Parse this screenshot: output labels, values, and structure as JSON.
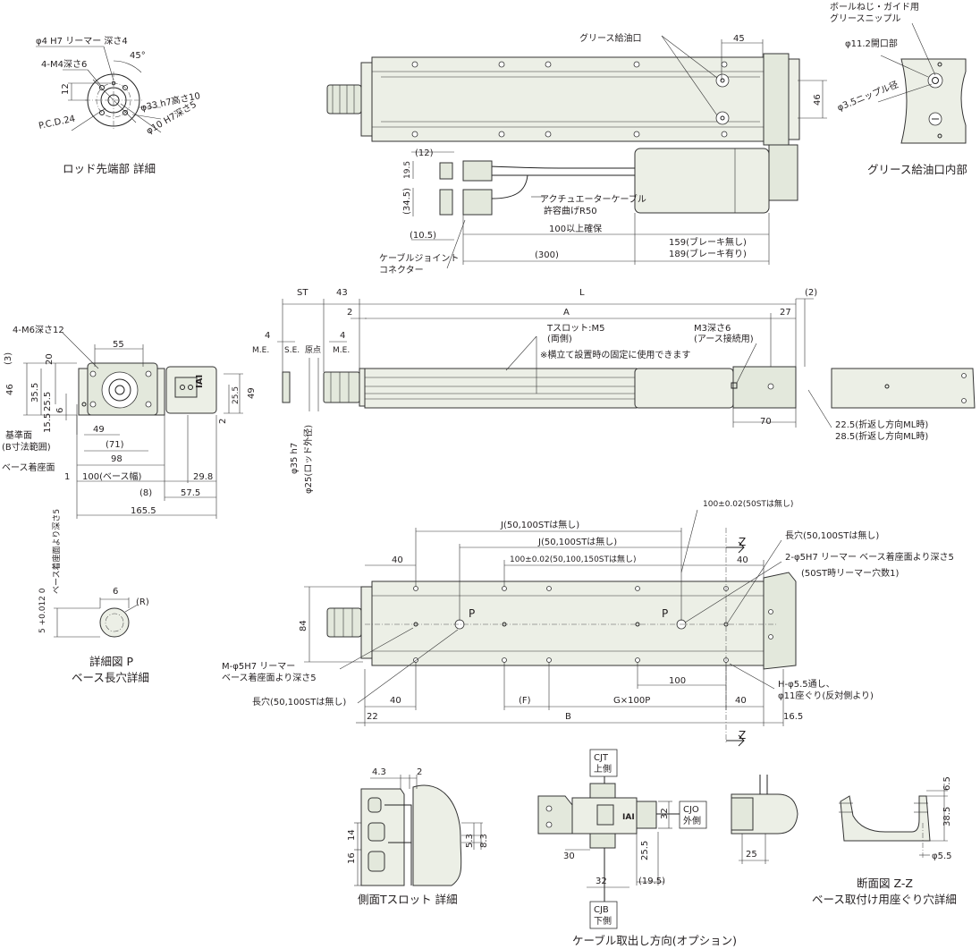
{
  "colors": {
    "line": "#231f20",
    "body": "#ecefe6",
    "body_dark": "#d6dccd"
  },
  "rod_detail": {
    "title": "ロッド先端部 詳細",
    "labels": [
      "φ4 H7 リーマー 深さ4",
      "4-M4深さ6",
      "45°",
      "12",
      "P.C.D.24",
      "φ33 h7高さ10",
      "φ10 H7深さ5"
    ]
  },
  "top_view": {
    "labels": [
      "グリース給油口",
      "45",
      "46",
      "(12)",
      "19.5",
      "(34.5)",
      "(10.5)",
      "アクチュエーターケーブル",
      "許容曲げR50",
      "100以上確保",
      "159(ブレーキ無し)",
      "189(ブレーキ有り)",
      "(300)",
      "ケーブルジョイント",
      "コネクター"
    ]
  },
  "grease_detail": {
    "title": "グリース給油口内部",
    "labels": [
      "ボールねじ・ガイド用",
      "グリースニップル",
      "φ11.2開口部",
      "φ3.5ニップル径"
    ]
  },
  "end_view": {
    "labels": [
      "4-M6深さ12",
      "55",
      "(3)",
      "20",
      "46",
      "35.5",
      "25.5",
      "6",
      "15.5",
      "49",
      "(71)",
      "98",
      "基準面",
      "(B寸法範囲)",
      "ベース着座面",
      "1",
      "100(ベース幅)",
      "29.8",
      "(8)",
      "57.5",
      "165.5",
      "25.5",
      "49",
      "2",
      "IAI"
    ]
  },
  "side_view": {
    "labels": [
      "ST",
      "43",
      "L",
      "(2)",
      "2",
      "A",
      "27",
      "4",
      "4",
      "M.E.",
      "S.E.",
      "原点",
      "M.E.",
      "Tスロット:M5",
      "(両側)",
      "※横立て設置時の固定に使用できます",
      "M3深さ6",
      "(アース接続用)",
      "70",
      "22.5(折返し方向ML時)",
      "28.5(折返し方向ML時)",
      "φ35 h7",
      "φ25(ロッド外径)"
    ]
  },
  "bottom_view": {
    "labels": [
      "100±0.02(50STは無し)",
      "J(50,100STは無し)",
      "J(50,100STは無し)",
      "Z",
      "長穴(50,100STは無し)",
      "40",
      "100±0.02(50,100,150STは無し)",
      "40",
      "2-φ5H7 リーマー ベース着座面より深さ5",
      "(50ST時リーマー穴数1)",
      "84",
      "P",
      "P",
      "M-φ5H7 リーマー",
      "ベース着座面より深さ5",
      "100",
      "H-φ5.5通し、",
      "φ11座ぐり(反対側より)",
      "長穴(50,100STは無し)",
      "40",
      "(F)",
      "G×100P",
      "40",
      "22",
      "B",
      "16.5",
      "Z"
    ]
  },
  "detail_p": {
    "title1": "詳細図 P",
    "title2": "ベース長穴詳細",
    "labels": [
      "5 +0.012 0",
      "ベース着座面より深さ5",
      "6",
      "(R)"
    ]
  },
  "tslot_detail": {
    "title": "側面Tスロット 詳細",
    "labels": [
      "4.3",
      "2",
      "14",
      "16",
      "5.3",
      "8.3"
    ]
  },
  "cable_option": {
    "title": "ケーブル取出し方向(オプション)",
    "labels": [
      "CJT",
      "上側",
      "CJO",
      "外側",
      "CJB",
      "下側",
      "32",
      "30",
      "25.5",
      "32",
      "(19.5)",
      "25",
      "IAI"
    ]
  },
  "section_zz": {
    "title1": "断面図 Z-Z",
    "title2": "ベース取付け用座ぐり穴詳細",
    "labels": [
      "6.5",
      "38.5",
      "φ5.5"
    ]
  }
}
